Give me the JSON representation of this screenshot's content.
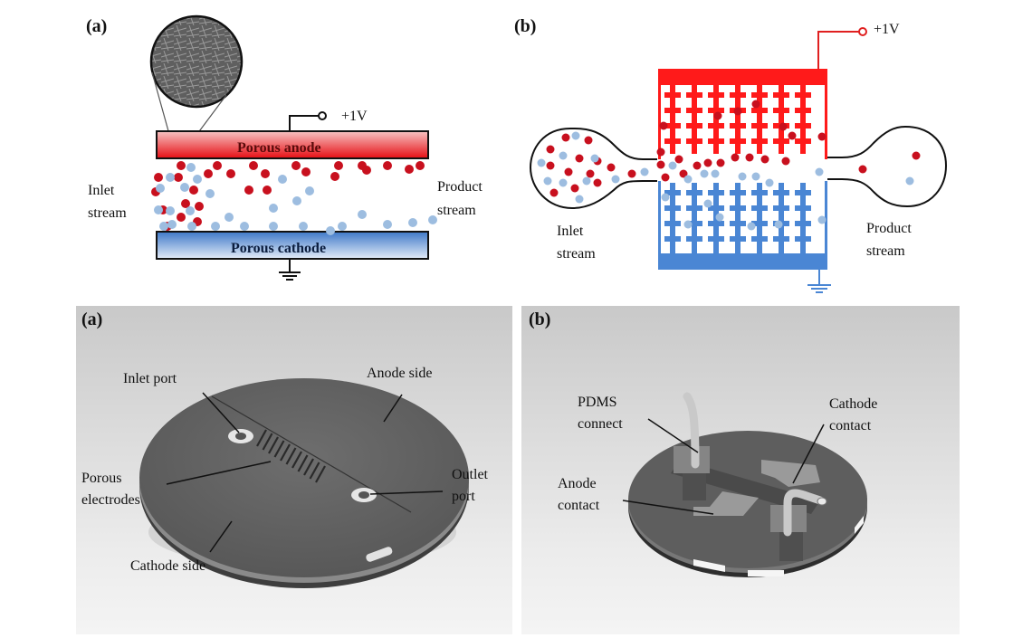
{
  "top_left": {
    "panel_label": "(a)",
    "voltage_label": "+1V",
    "anode_label": "Porous anode",
    "cathode_label": "Porous cathode",
    "inlet_label": [
      "Inlet",
      "stream"
    ],
    "product_label": [
      "Product",
      "stream"
    ],
    "colors": {
      "anode": "#e8232a",
      "cathode": "#5b8fd6",
      "red_particle": "#c8101e",
      "blue_particle": "#9dbde0"
    }
  },
  "top_right": {
    "panel_label": "(b)",
    "voltage_label": "+1V",
    "inlet_label": [
      "Inlet",
      "stream"
    ],
    "product_label": [
      "Product",
      "stream"
    ],
    "colors": {
      "anode": "#ff1a1a",
      "cathode": "#4a86d4",
      "wire": "#e02020"
    }
  },
  "bottom_left": {
    "panel_label": "(a)",
    "callouts": {
      "inlet_port": "Inlet port",
      "anode_side": "Anode side",
      "porous_electrodes": [
        "Porous",
        "electrodes"
      ],
      "outlet_port": [
        "Outlet",
        "port"
      ],
      "cathode_side": "Cathode side"
    }
  },
  "bottom_right": {
    "panel_label": "(b)",
    "callouts": {
      "pdms_connect": [
        "PDMS",
        "connect"
      ],
      "cathode_contact": [
        "Cathode",
        "contact"
      ],
      "anode_contact": [
        "Anode",
        "contact"
      ]
    }
  }
}
